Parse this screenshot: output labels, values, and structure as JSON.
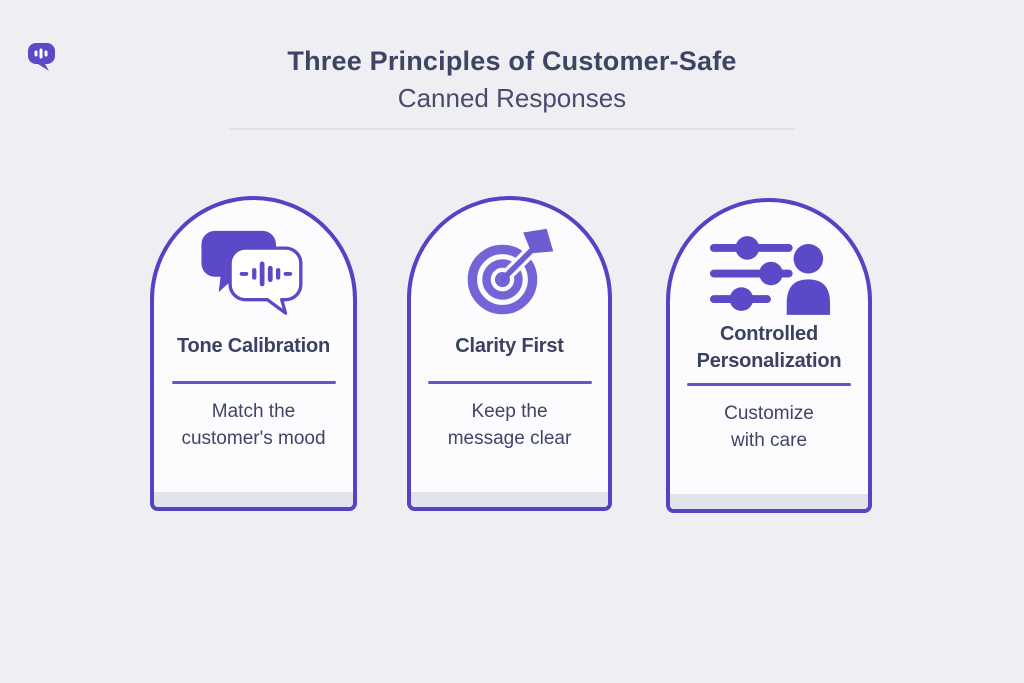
{
  "header": {
    "title_line1": "Three Principles of Customer-Safe",
    "title_line2": "Canned Responses"
  },
  "logo": {
    "icon": "chat-bubble-soundwave-logo",
    "color": "#5b4ac8"
  },
  "cards": [
    {
      "icon": "speech-bubbles-waveform-icon",
      "title_line1": "Tone Calibration",
      "desc_line1": "Match the",
      "desc_line2": "customer's mood"
    },
    {
      "icon": "target-dart-icon",
      "title_line1": "Clarity First",
      "desc_line1": "Keep the",
      "desc_line2": "message clear"
    },
    {
      "icon": "sliders-person-icon",
      "title_line1": "Controlled",
      "title_line2": "Personalization",
      "desc_line1": "Customize",
      "desc_line2": "with care"
    }
  ],
  "colors": {
    "background": "#efeff3",
    "card_background": "#fcfcfe",
    "card_border_purple": "#5244c4",
    "icon_purple": "#5b4ac8",
    "target_purple": "#7365d8",
    "card_divider_purple": "#6355cf",
    "header_divider": "#dddee9",
    "card_footer_strip": "#e3e3ec",
    "title_text": "#3d4464",
    "body_text": "#3e4567"
  }
}
